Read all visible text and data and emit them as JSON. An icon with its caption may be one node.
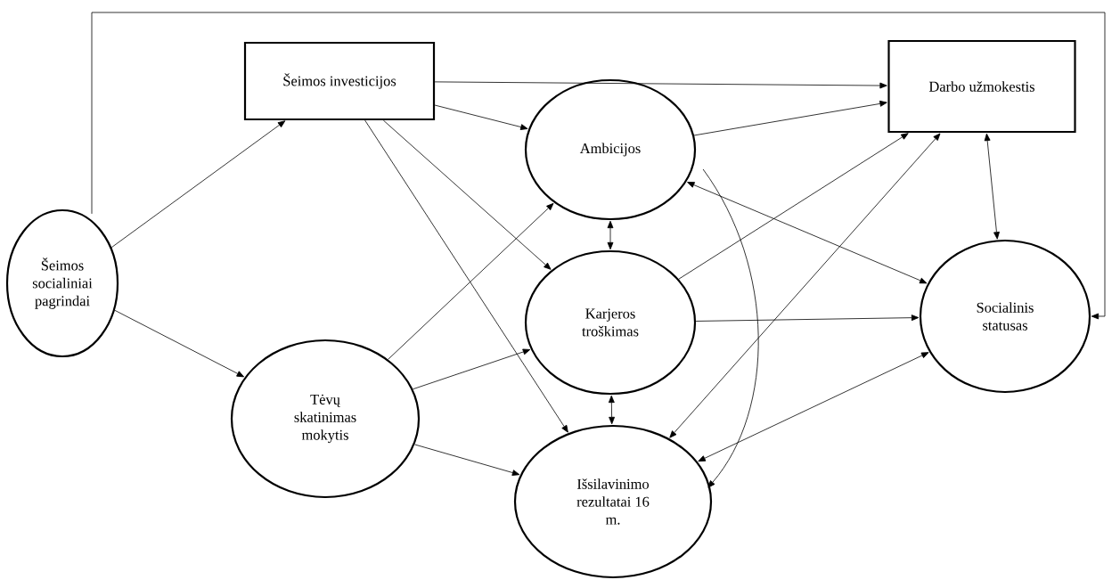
{
  "diagram": {
    "nodes": [
      {
        "text": [
          "Šeimos socialiniai pagrindai"
        ]
      },
      {
        "text": [
          "Šeimos investicijos"
        ]
      },
      {
        "text": [
          "Tėvų skatinimas mokytis"
        ]
      },
      {
        "text": [
          "Ambicijos"
        ]
      },
      {
        "text": [
          "Karjeros troškimas"
        ]
      },
      {
        "text": [
          "Išsilavinimo rezultatai 16 m."
        ]
      },
      {
        "text": [
          "Darbo užmokestis"
        ]
      },
      {
        "text": [
          "Socialinis statusas"
        ]
      }
    ],
    "edges": [
      {
        "from": 0,
        "to": 1,
        "arrow": "to"
      },
      {
        "from": 0,
        "to": 2,
        "arrow": "to"
      },
      {
        "from": 0,
        "to": 7,
        "arrow": "to"
      },
      {
        "from": 1,
        "to": 6,
        "arrow": "to"
      },
      {
        "from": 1,
        "to": 3,
        "arrow": "to"
      },
      {
        "from": 1,
        "to": 4,
        "arrow": "to"
      },
      {
        "from": 1,
        "to": 5,
        "arrow": "to"
      },
      {
        "from": 2,
        "to": 3,
        "arrow": "to"
      },
      {
        "from": 2,
        "to": 4,
        "arrow": "to"
      },
      {
        "from": 2,
        "to": 5,
        "arrow": "to"
      },
      {
        "from": 3,
        "to": 4,
        "arrow": "both"
      },
      {
        "from": 4,
        "to": 5,
        "arrow": "both"
      },
      {
        "from": 3,
        "to": 6,
        "arrow": "to"
      },
      {
        "from": 3,
        "to": 7,
        "arrow": "both"
      },
      {
        "from": 3,
        "to": 5,
        "arrow": "to"
      },
      {
        "from": 4,
        "to": 6,
        "arrow": "to"
      },
      {
        "from": 4,
        "to": 7,
        "arrow": "to"
      },
      {
        "from": 5,
        "to": 6,
        "arrow": "both"
      },
      {
        "from": 5,
        "to": 7,
        "arrow": "both"
      },
      {
        "from": 6,
        "to": 7,
        "arrow": "both"
      }
    ]
  }
}
